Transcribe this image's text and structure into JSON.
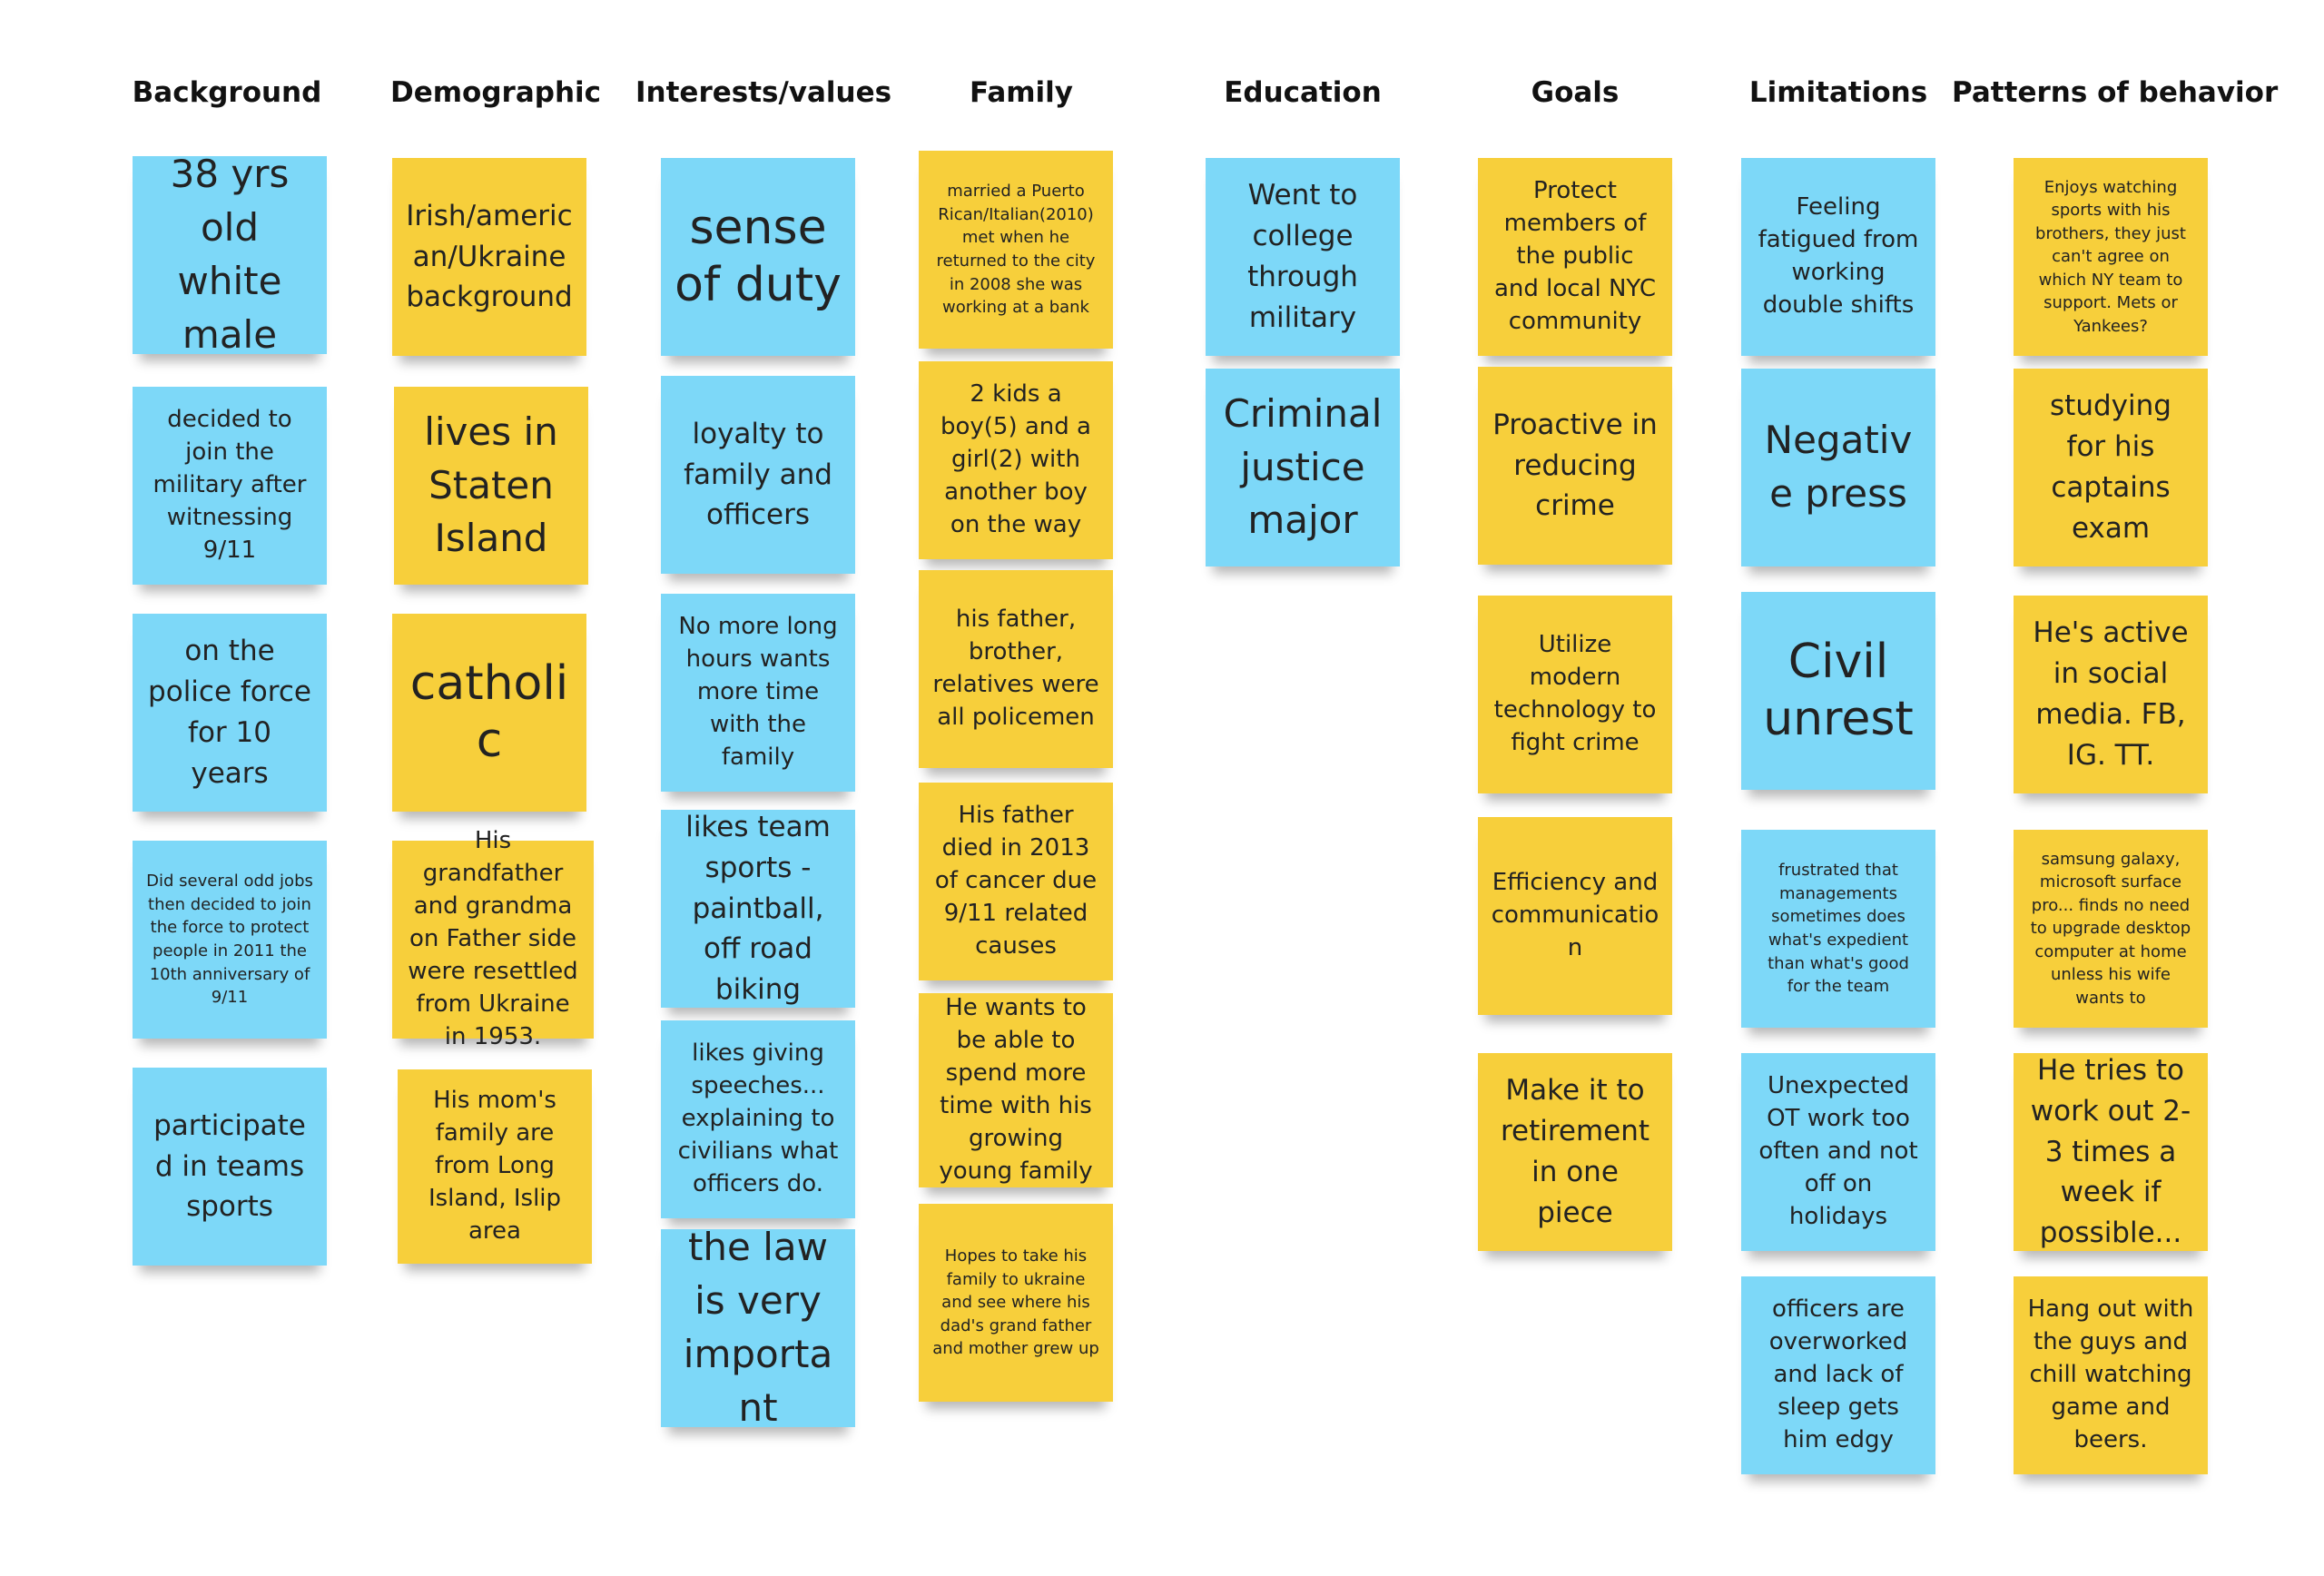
{
  "board": {
    "columns": [
      {
        "header": "Background",
        "notes": [
          {
            "text": "38 yrs old white male",
            "color": "blue"
          },
          {
            "text": "decided to join the military after witnessing 9/11",
            "color": "blue"
          },
          {
            "text": "on the police force for 10 years",
            "color": "blue"
          },
          {
            "text": "Did several odd jobs then decided to join the force to protect people in 2011 the 10th anniversary of 9/11",
            "color": "blue"
          },
          {
            "text": "participated in teams sports",
            "color": "blue"
          }
        ]
      },
      {
        "header": "Demographic",
        "notes": [
          {
            "text": "Irish/americ an/Ukraine background",
            "color": "yellow"
          },
          {
            "text": "lives in Staten Island",
            "color": "yellow"
          },
          {
            "text": "catholic",
            "color": "yellow"
          },
          {
            "text": "His grandfather and grandma on Father side were resettled from Ukraine in 1953.",
            "color": "yellow"
          },
          {
            "text": "His mom's family are from Long Island, Islip area",
            "color": "yellow"
          }
        ]
      },
      {
        "header": "Interests/values",
        "notes": [
          {
            "text": "sense of duty",
            "color": "blue"
          },
          {
            "text": "loyalty to family and officers",
            "color": "blue"
          },
          {
            "text": "No more long hours wants more time with the family",
            "color": "blue"
          },
          {
            "text": "likes team sports - paintball, off road biking",
            "color": "blue"
          },
          {
            "text": "likes giving speeches... explaining to civilians what officers do.",
            "color": "blue"
          },
          {
            "text": "the law is very important",
            "color": "blue"
          }
        ]
      },
      {
        "header": "Family",
        "notes": [
          {
            "text": "married a Puerto Rican/Italian(2010) met when he returned to the city in 2008 she was working at a bank",
            "color": "yellow"
          },
          {
            "text": "2 kids a boy(5) and a girl(2) with another boy on the way",
            "color": "yellow"
          },
          {
            "text": "his father, brother, relatives were all policemen",
            "color": "yellow"
          },
          {
            "text": "His father died in 2013 of cancer due 9/11 related causes",
            "color": "yellow"
          },
          {
            "text": "He wants to be able to spend more time with his growing young family",
            "color": "yellow"
          },
          {
            "text": "Hopes to take his family to ukraine and see where his dad's  grand father and mother grew up",
            "color": "yellow"
          }
        ]
      },
      {
        "header": "Education",
        "notes": [
          {
            "text": "Went to college through military",
            "color": "blue"
          },
          {
            "text": "Criminal justice major",
            "color": "blue"
          }
        ]
      },
      {
        "header": "Goals",
        "notes": [
          {
            "text": "Protect members of the public and local NYC community",
            "color": "yellow"
          },
          {
            "text": "Proactive in reducing crime",
            "color": "yellow"
          },
          {
            "text": "Utilize modern technology to fight crime",
            "color": "yellow"
          },
          {
            "text": "Efficiency and communication",
            "color": "yellow"
          },
          {
            "text": "Make it to retirement in one piece",
            "color": "yellow"
          }
        ]
      },
      {
        "header": "Limitations",
        "notes": [
          {
            "text": "Feeling fatigued from working double shifts",
            "color": "blue"
          },
          {
            "text": "Negative press",
            "color": "blue"
          },
          {
            "text": "Civil unrest",
            "color": "blue"
          },
          {
            "text": "frustrated that managements sometimes does what's expedient than what's good for the team",
            "color": "blue"
          },
          {
            "text": "Unexpected OT work too often and not off on holidays",
            "color": "blue"
          },
          {
            "text": "officers are overworked and lack of sleep gets him edgy",
            "color": "blue"
          }
        ]
      },
      {
        "header": "Patterns of behavior",
        "notes": [
          {
            "text": "Enjoys watching sports with his brothers, they just can't agree on which NY team to support. Mets or Yankees?",
            "color": "yellow"
          },
          {
            "text": "studying for his captains exam",
            "color": "yellow"
          },
          {
            "text": "He's active in social media. FB, IG. TT.",
            "color": "yellow"
          },
          {
            "text": "samsung galaxy, microsoft surface pro... finds no need to upgrade  desktop computer at home unless his wife wants to",
            "color": "yellow"
          },
          {
            "text": "He tries to work out 2-3 times a week if possible...",
            "color": "yellow"
          },
          {
            "text": "Hang out with the guys and chill watching game and beers.",
            "color": "yellow"
          }
        ]
      }
    ]
  }
}
